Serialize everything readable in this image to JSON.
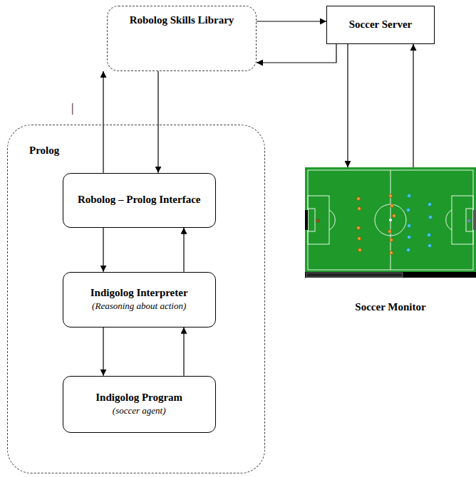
{
  "diagram": {
    "nodes": [
      {
        "text": [
          "Robolog Skills Library"
        ]
      },
      {
        "text": [
          "Soccer Server"
        ]
      },
      {
        "text": [
          "Prolog"
        ]
      },
      {
        "text": [
          "Robolog – Prolog Interface"
        ],
        "in": 2
      },
      {
        "text": [
          "Indigolog Interpreter",
          "(Reasoning about action)"
        ],
        "in": 2
      },
      {
        "text": [
          "Indigolog Program",
          "(soccer agent)"
        ],
        "in": 2
      },
      {
        "text": [
          "Soccer Monitor"
        ]
      }
    ],
    "edges": [
      {
        "from": 0,
        "to": 1,
        "arrow": "to"
      },
      {
        "from": 1,
        "to": 0,
        "arrow": "to"
      },
      {
        "from": 1,
        "to": 6,
        "arrow": "to"
      },
      {
        "from": 6,
        "to": 1,
        "arrow": "to"
      },
      {
        "from": 3,
        "to": 0,
        "arrow": "to"
      },
      {
        "from": 0,
        "to": 3,
        "arrow": "to"
      },
      {
        "from": 3,
        "to": 4,
        "arrow": "to"
      },
      {
        "from": 4,
        "to": 3,
        "arrow": "to"
      },
      {
        "from": 4,
        "to": 5,
        "arrow": "to"
      },
      {
        "from": 5,
        "to": 4,
        "arrow": "to"
      }
    ],
    "labels": [
      "|"
    ]
  }
}
